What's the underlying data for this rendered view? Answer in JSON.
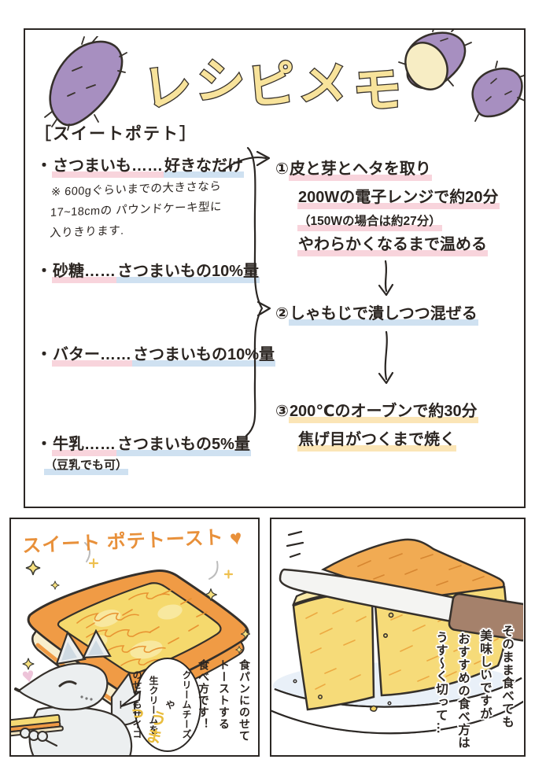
{
  "header": {
    "title": "レシピメモ",
    "title_chars": [
      "レ",
      "シ",
      "ピ",
      "メ",
      "モ"
    ],
    "recipe_name": "［スイートポテト］"
  },
  "ingredients": [
    {
      "bullet": "・",
      "name": "さつまいも……",
      "amount": "好きなだけ"
    },
    {
      "bullet": "・",
      "name": "砂糖……",
      "amount": "さつまいもの10%量"
    },
    {
      "bullet": "・",
      "name": "バター……",
      "amount": "さつまいもの10%量"
    },
    {
      "bullet": "・",
      "name": "牛乳……",
      "amount": "さつまいもの5%量"
    }
  ],
  "ingredient_note": {
    "line1": "※ 600gぐらいまでの大きさなら",
    "line2": "17~18cmの パウンドケーキ型に",
    "line3": "入りきります."
  },
  "milk_note": "（豆乳でも可）",
  "steps": {
    "step1": {
      "number": "①",
      "line1": "皮と芽とヘタを取り",
      "line2": "200Wの電子レンジで約20分",
      "line3": "（150Wの場合は約27分）",
      "line4": "やわらかくなるまで温める"
    },
    "step2": {
      "number": "②",
      "line1": "しゃもじで潰しつつ混ぜる"
    },
    "step3": {
      "number": "③",
      "line1": "200℃のオーブンで約30分",
      "line2": "焦げ目がつくまで焼く"
    }
  },
  "toast_panel": {
    "title": "スイート ポテトースト",
    "heart": "♥",
    "caption_col1": "食パンにのせて",
    "caption_col2": "トーストする",
    "caption_col3": "食べ方です！",
    "bubble_col1": "クリームチーズや",
    "bubble_col2": "生クリームを",
    "bubble_col3": "のせてもサイコー",
    "exclaim": "うまっ"
  },
  "cut_panel": {
    "caption_col1": "そのまま食べても",
    "caption_col2": "美味しいですが",
    "caption_col3": "おすすめの食べ方は",
    "caption_col4": "うす〜く切って…"
  },
  "colors": {
    "ink": "#2b2521",
    "potato_purple": "#a78fc0",
    "potato_cream": "#f7edc4",
    "title_yellow": "#f8e39b",
    "highlight_pink": "#f8d4dc",
    "highlight_blue": "#cfe1f1",
    "highlight_yellow": "#fbe5b6",
    "toast_crust_orange": "#ef9a44",
    "topping_yellow": "#f5d96d",
    "accent_orange": "#e8903a",
    "fox_grey": "#eceff0",
    "heart_pink": "#edc4d9",
    "knife_handle_brown": "#a5816b",
    "plate_shadow_blue": "#e9f0f8"
  }
}
